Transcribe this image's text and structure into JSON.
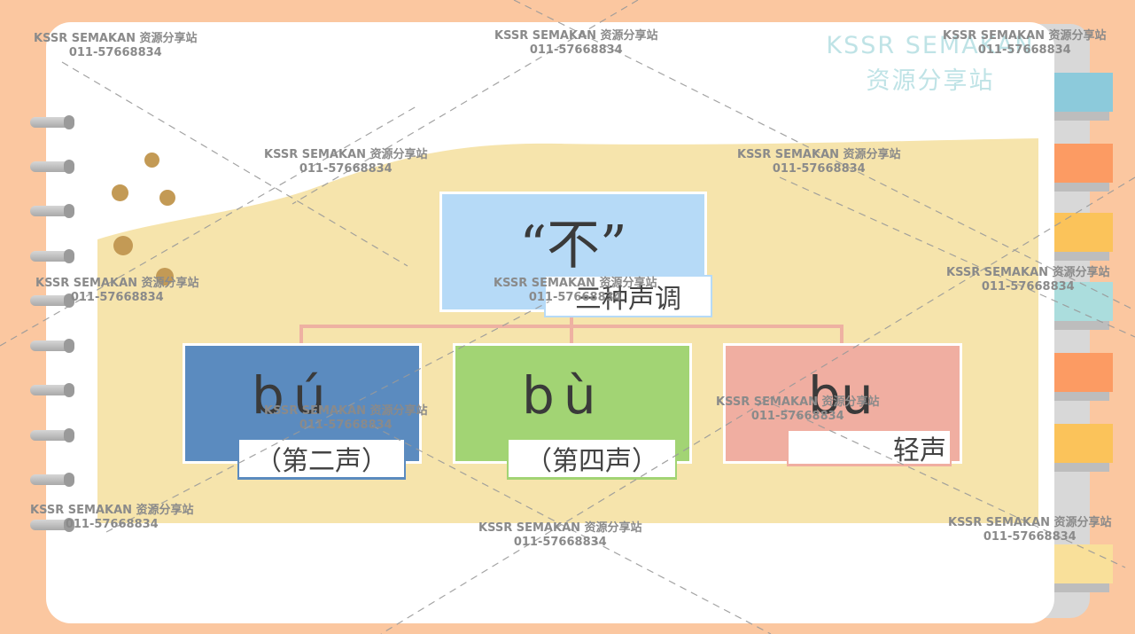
{
  "diagram": {
    "root": {
      "char": "“不”",
      "subtitle": "三种声调"
    },
    "tones": [
      {
        "pinyin": "bú",
        "label": "（第二声）",
        "color": "#5b8bbf"
      },
      {
        "pinyin": "bù",
        "label": "（第四声）",
        "color": "#a2d474"
      },
      {
        "pinyin": "bu",
        "label": "轻声",
        "color": "#f0aea1"
      }
    ]
  },
  "watermark": {
    "brand_line1": "KSSR SEMAKAN",
    "brand_line2": "资源分享站",
    "stamp_line1": "KSSR SEMAKAN 资源分享站",
    "stamp_line2": "011-57668834"
  },
  "colors": {
    "background": "#fbc7a0",
    "root_box": "#b6daf7",
    "content_area": "#f6e4ac",
    "tabs": [
      "#8ccadb",
      "#fc9b63",
      "#fbc35a",
      "#abdddd",
      "#fc9b63",
      "#fbc35a",
      "#f9e09a"
    ]
  }
}
